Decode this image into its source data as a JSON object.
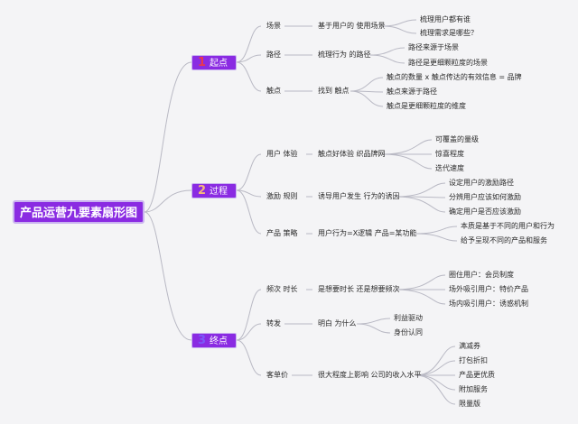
{
  "root": "产品运营九要素扇形图",
  "stages": [
    {
      "num": "1",
      "label": "起点",
      "num_color": "#e8384f",
      "branches": [
        {
          "label": "场景",
          "mid": "基于用户的 使用场景",
          "leaves": [
            "梳理用户都有谁",
            "梳理需求是哪些？"
          ]
        },
        {
          "label": "路径",
          "mid": "梳理行为 的路径",
          "leaves": [
            "路径来源于场景",
            "路径是更细颗粒度的场景"
          ]
        },
        {
          "label": "触点",
          "mid": "找到 触点",
          "leaves": [
            "触点的数量 x 触点传达的有效信息 = 品牌",
            "触点来源于路径",
            "触点是更细颗粒度的维度"
          ]
        }
      ]
    },
    {
      "num": "2",
      "label": "过程",
      "num_color": "#f5b97a",
      "branches": [
        {
          "label": "用户 体验",
          "mid": "触点好体验 织品牌网",
          "leaves": [
            "可覆盖的量级",
            "惊喜程度",
            "迭代速度"
          ]
        },
        {
          "label": "激励 规则",
          "mid": "诱导用户发生 行为的诱因",
          "leaves": [
            "设定用户的激励路径",
            "分辨用户应该如何激励",
            "确定用户是否应该激励"
          ]
        },
        {
          "label": "产品 策略",
          "mid": "用户行为=X逻辑 产品=某功能",
          "leaves": [
            "本质是基于不同的用户和行为",
            "给予呈现不同的产品和服务"
          ]
        }
      ]
    },
    {
      "num": "3",
      "label": "终点",
      "num_color": "#7a5af8",
      "branches": [
        {
          "label": "频次 时长",
          "mid": "是想要时长 还是想要频次",
          "leaves": [
            "圈住用户：会员制度",
            "场外吸引用户：特价产品",
            "场内吸引用户：诱惑机制"
          ]
        },
        {
          "label": "转发",
          "mid": "明白 为什么",
          "leaves": [
            "利益驱动",
            "身份认同"
          ]
        },
        {
          "label": "客单价",
          "mid": "很大程度上影响 公司的收入水平",
          "leaves": [
            "满减券",
            "打包折扣",
            "产品更优质",
            "附加服务",
            "限量版"
          ]
        }
      ]
    }
  ],
  "colors": {
    "root": "#8a2be2",
    "line": "#b9b9c4",
    "background": "#f4f4f6"
  }
}
